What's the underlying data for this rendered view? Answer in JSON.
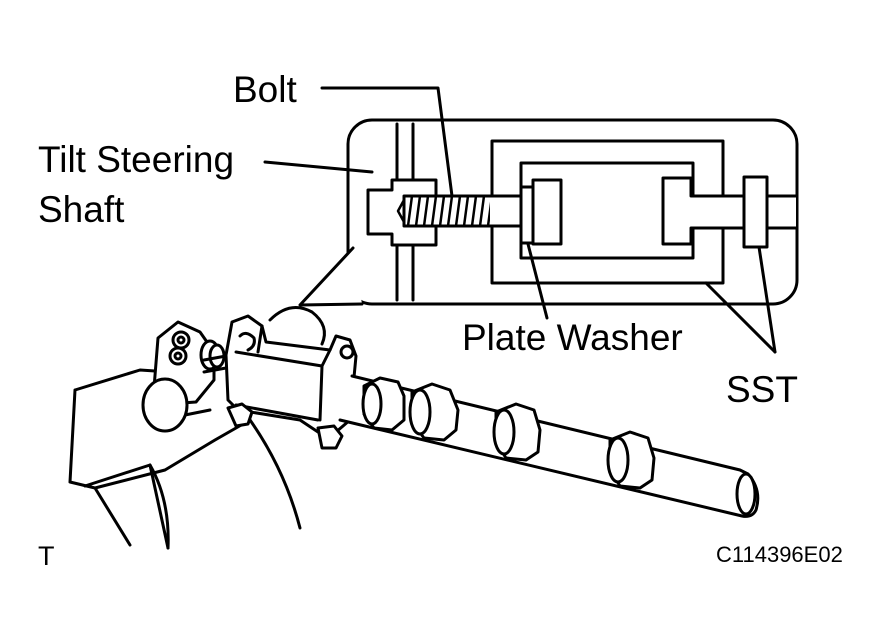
{
  "labels": {
    "bolt": "Bolt",
    "tilt_line1": "Tilt Steering",
    "tilt_line2": "Shaft",
    "plate_washer": "Plate Washer",
    "sst": "SST",
    "corner_mark": "T",
    "figure_code": "C114396E02"
  }
}
